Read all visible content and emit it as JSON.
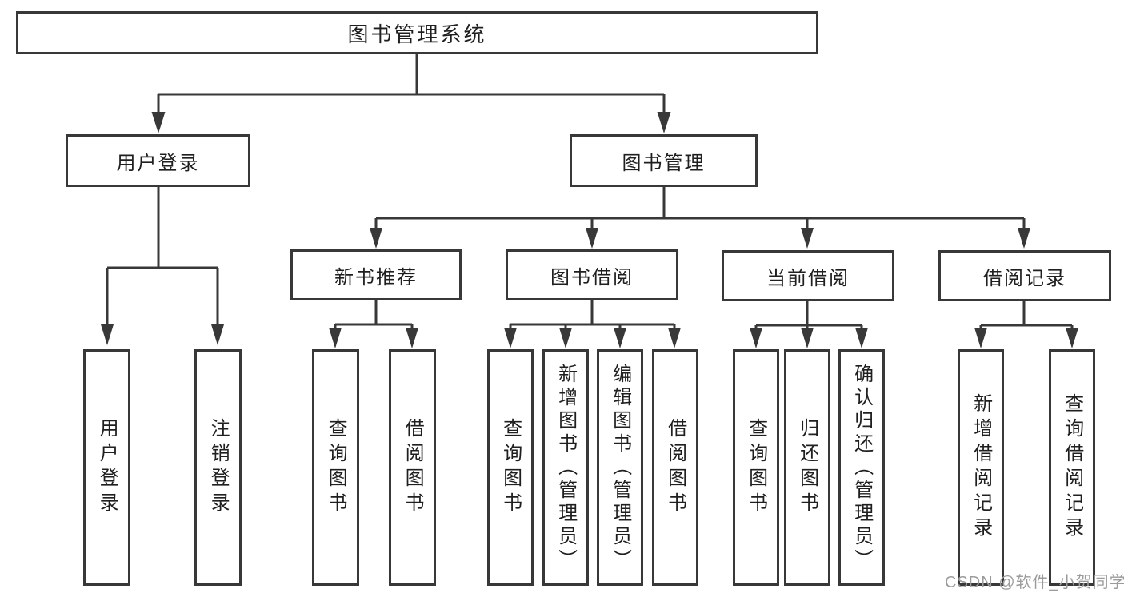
{
  "colors": {
    "line": "#383838",
    "ink": "#1f1f1f",
    "box_bg": "#ffffff",
    "watermark": "#9c9c9c",
    "page_bg": "#ffffff"
  },
  "watermark": "CSDN @软件_小贺同学",
  "tree": {
    "root": {
      "label": "图书管理系统"
    },
    "branches": [
      {
        "label": "用户登录",
        "leaves": [
          {
            "label": "用户登录"
          },
          {
            "label": "注销登录"
          }
        ]
      },
      {
        "label": "图书管理",
        "children": [
          {
            "label": "新书推荐",
            "leaves": [
              {
                "label": "查询图书"
              },
              {
                "label": "借阅图书"
              }
            ]
          },
          {
            "label": "图书借阅",
            "leaves": [
              {
                "label": "查询图书"
              },
              {
                "label": "新增图书（管理员）"
              },
              {
                "label": "编辑图书（管理员）"
              },
              {
                "label": "借阅图书"
              }
            ]
          },
          {
            "label": "当前借阅",
            "leaves": [
              {
                "label": "查询图书"
              },
              {
                "label": "归还图书"
              },
              {
                "label": "确认归还（管理员）"
              }
            ]
          },
          {
            "label": "借阅记录",
            "leaves": [
              {
                "label": "新增借阅记录"
              },
              {
                "label": "查询借阅记录"
              }
            ]
          }
        ]
      }
    ]
  }
}
